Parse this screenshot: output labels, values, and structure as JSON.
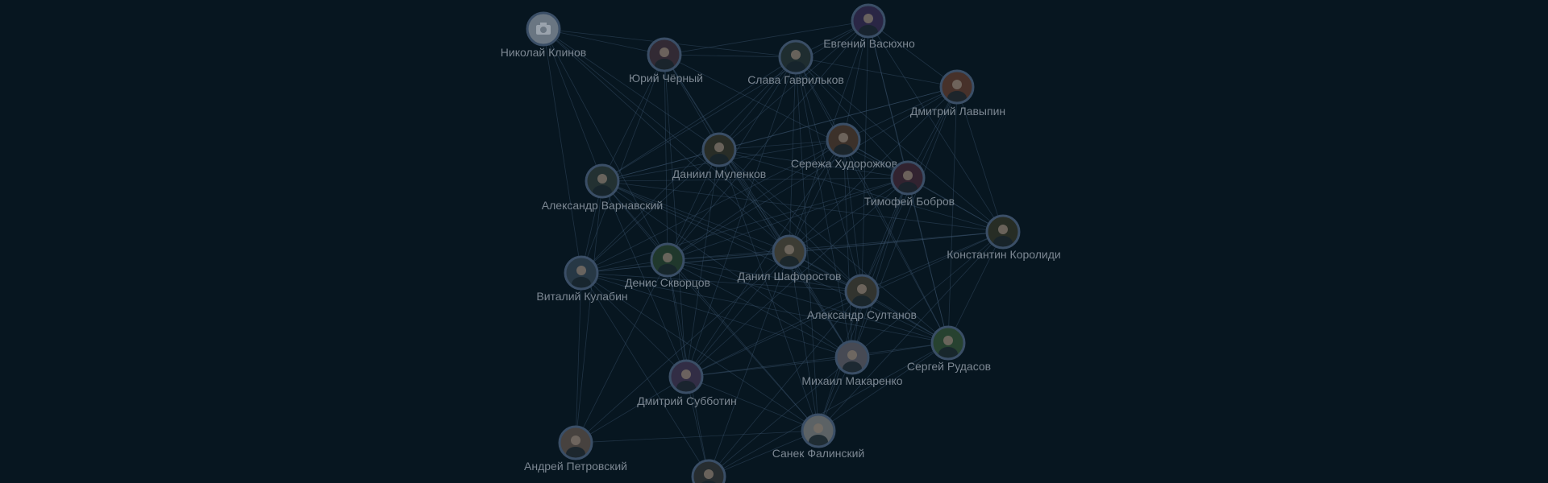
{
  "graph": {
    "background": "#071620",
    "edge_color": "#3f5670",
    "label_color": "#7c8792",
    "nodes": [
      {
        "id": "nikolay",
        "name": "Николай Клинов",
        "avatar": "camera-placeholder",
        "tone": "#6a7682"
      },
      {
        "id": "yuriy",
        "name": "Юрий Чёрный",
        "avatar": "person-photo",
        "tone": "#4a3540"
      },
      {
        "id": "slava",
        "name": "Слава Гаврильков",
        "avatar": "person-photo",
        "tone": "#2d3a3a"
      },
      {
        "id": "evgeniy",
        "name": "Евгений Васюхно",
        "avatar": "person-photo",
        "tone": "#3e2f5a"
      },
      {
        "id": "dmitriy-l",
        "name": "Дмитрий Лавыпин",
        "avatar": "person-photo",
        "tone": "#6a3f30"
      },
      {
        "id": "daniil-m",
        "name": "Даниил Муленков",
        "avatar": "person-photo",
        "tone": "#3c3a2c"
      },
      {
        "id": "serezha",
        "name": "Сережа Худорожков",
        "avatar": "person-photo",
        "tone": "#5a4030"
      },
      {
        "id": "timofey",
        "name": "Тимофей Бобров",
        "avatar": "person-photo",
        "tone": "#4a2a3a"
      },
      {
        "id": "alexandr-v",
        "name": "Александр Варнавский",
        "avatar": "person-photo",
        "tone": "#34403c"
      },
      {
        "id": "konstantin",
        "name": "Константин Королиди",
        "avatar": "person-photo",
        "tone": "#3a3a28"
      },
      {
        "id": "vitaliy",
        "name": "Виталий Кулабин",
        "avatar": "person-photo",
        "tone": "#3a4a5a"
      },
      {
        "id": "denis",
        "name": "Денис Скворцов",
        "avatar": "person-photo",
        "tone": "#2f4a34"
      },
      {
        "id": "danil-sh",
        "name": "Данил Шафоростов",
        "avatar": "person-photo",
        "tone": "#5a5040"
      },
      {
        "id": "alexandr-s",
        "name": "Александр Султанов",
        "avatar": "person-photo",
        "tone": "#4a4438"
      },
      {
        "id": "sergey-r",
        "name": "Сергей Рудасов",
        "avatar": "person-photo",
        "tone": "#3a5a3a"
      },
      {
        "id": "mikhail",
        "name": "Михаил Макаренко",
        "avatar": "person-photo",
        "tone": "#6a6670"
      },
      {
        "id": "dmitriy-s",
        "name": "Дмитрий Субботин",
        "avatar": "person-photo",
        "tone": "#4a3a5a"
      },
      {
        "id": "andrey",
        "name": "Андрей Петровский",
        "avatar": "person-photo",
        "tone": "#6a5a50"
      },
      {
        "id": "sanek",
        "name": "Санек Фалинский",
        "avatar": "person-photo",
        "tone": "#8a8a8a"
      },
      {
        "id": "partial-bottom",
        "name": "",
        "avatar": "person-photo",
        "tone": "#3a3a3a"
      }
    ],
    "edges": [
      [
        "nikolay",
        "yuriy"
      ],
      [
        "nikolay",
        "slava"
      ],
      [
        "nikolay",
        "alexandr-v"
      ],
      [
        "nikolay",
        "vitaliy"
      ],
      [
        "nikolay",
        "daniil-m"
      ],
      [
        "nikolay",
        "denis"
      ],
      [
        "nikolay",
        "danil-sh"
      ],
      [
        "nikolay",
        "alexandr-s"
      ],
      [
        "yuriy",
        "slava"
      ],
      [
        "yuriy",
        "evgeniy"
      ],
      [
        "yuriy",
        "daniil-m"
      ],
      [
        "yuriy",
        "alexandr-v"
      ],
      [
        "yuriy",
        "vitaliy"
      ],
      [
        "yuriy",
        "denis"
      ],
      [
        "yuriy",
        "danil-sh"
      ],
      [
        "yuriy",
        "mikhail"
      ],
      [
        "yuriy",
        "dmitriy-s"
      ],
      [
        "yuriy",
        "timofey"
      ],
      [
        "slava",
        "evgeniy"
      ],
      [
        "slava",
        "dmitriy-l"
      ],
      [
        "slava",
        "daniil-m"
      ],
      [
        "slava",
        "serezha"
      ],
      [
        "slava",
        "timofey"
      ],
      [
        "slava",
        "alexandr-v"
      ],
      [
        "slava",
        "vitaliy"
      ],
      [
        "slava",
        "denis"
      ],
      [
        "slava",
        "danil-sh"
      ],
      [
        "slava",
        "konstantin"
      ],
      [
        "slava",
        "alexandr-s"
      ],
      [
        "slava",
        "sergey-r"
      ],
      [
        "slava",
        "mikhail"
      ],
      [
        "slava",
        "dmitriy-s"
      ],
      [
        "slava",
        "sanek"
      ],
      [
        "evgeniy",
        "dmitriy-l"
      ],
      [
        "evgeniy",
        "serezha"
      ],
      [
        "evgeniy",
        "timofey"
      ],
      [
        "evgeniy",
        "konstantin"
      ],
      [
        "evgeniy",
        "daniil-m"
      ],
      [
        "evgeniy",
        "alexandr-v"
      ],
      [
        "evgeniy",
        "denis"
      ],
      [
        "evgeniy",
        "danil-sh"
      ],
      [
        "evgeniy",
        "alexandr-s"
      ],
      [
        "evgeniy",
        "sergey-r"
      ],
      [
        "dmitriy-l",
        "serezha"
      ],
      [
        "dmitriy-l",
        "timofey"
      ],
      [
        "dmitriy-l",
        "konstantin"
      ],
      [
        "dmitriy-l",
        "daniil-m"
      ],
      [
        "dmitriy-l",
        "alexandr-v"
      ],
      [
        "dmitriy-l",
        "denis"
      ],
      [
        "dmitriy-l",
        "danil-sh"
      ],
      [
        "dmitriy-l",
        "alexandr-s"
      ],
      [
        "dmitriy-l",
        "sergey-r"
      ],
      [
        "dmitriy-l",
        "mikhail"
      ],
      [
        "daniil-m",
        "serezha"
      ],
      [
        "daniil-m",
        "timofey"
      ],
      [
        "daniil-m",
        "alexandr-v"
      ],
      [
        "daniil-m",
        "vitaliy"
      ],
      [
        "daniil-m",
        "denis"
      ],
      [
        "daniil-m",
        "danil-sh"
      ],
      [
        "daniil-m",
        "alexandr-s"
      ],
      [
        "daniil-m",
        "mikhail"
      ],
      [
        "daniil-m",
        "dmitriy-s"
      ],
      [
        "daniil-m",
        "sanek"
      ],
      [
        "daniil-m",
        "konstantin"
      ],
      [
        "daniil-m",
        "sergey-r"
      ],
      [
        "serezha",
        "timofey"
      ],
      [
        "serezha",
        "konstantin"
      ],
      [
        "serezha",
        "alexandr-v"
      ],
      [
        "serezha",
        "vitaliy"
      ],
      [
        "serezha",
        "denis"
      ],
      [
        "serezha",
        "danil-sh"
      ],
      [
        "serezha",
        "alexandr-s"
      ],
      [
        "serezha",
        "sergey-r"
      ],
      [
        "serezha",
        "mikhail"
      ],
      [
        "serezha",
        "dmitriy-s"
      ],
      [
        "timofey",
        "konstantin"
      ],
      [
        "timofey",
        "alexandr-v"
      ],
      [
        "timofey",
        "vitaliy"
      ],
      [
        "timofey",
        "denis"
      ],
      [
        "timofey",
        "danil-sh"
      ],
      [
        "timofey",
        "alexandr-s"
      ],
      [
        "timofey",
        "sergey-r"
      ],
      [
        "timofey",
        "mikhail"
      ],
      [
        "timofey",
        "dmitriy-s"
      ],
      [
        "timofey",
        "sanek"
      ],
      [
        "alexandr-v",
        "vitaliy"
      ],
      [
        "alexandr-v",
        "denis"
      ],
      [
        "alexandr-v",
        "danil-sh"
      ],
      [
        "alexandr-v",
        "alexandr-s"
      ],
      [
        "alexandr-v",
        "konstantin"
      ],
      [
        "alexandr-v",
        "mikhail"
      ],
      [
        "alexandr-v",
        "dmitriy-s"
      ],
      [
        "alexandr-v",
        "andrey"
      ],
      [
        "alexandr-v",
        "sanek"
      ],
      [
        "alexandr-v",
        "sergey-r"
      ],
      [
        "konstantin",
        "denis"
      ],
      [
        "konstantin",
        "danil-sh"
      ],
      [
        "konstantin",
        "alexandr-s"
      ],
      [
        "konstantin",
        "sergey-r"
      ],
      [
        "konstantin",
        "mikhail"
      ],
      [
        "konstantin",
        "vitaliy"
      ],
      [
        "konstantin",
        "dmitriy-s"
      ],
      [
        "konstantin",
        "sanek"
      ],
      [
        "vitaliy",
        "denis"
      ],
      [
        "vitaliy",
        "danil-sh"
      ],
      [
        "vitaliy",
        "alexandr-s"
      ],
      [
        "vitaliy",
        "mikhail"
      ],
      [
        "vitaliy",
        "dmitriy-s"
      ],
      [
        "vitaliy",
        "andrey"
      ],
      [
        "vitaliy",
        "sanek"
      ],
      [
        "vitaliy",
        "sergey-r"
      ],
      [
        "vitaliy",
        "partial-bottom"
      ],
      [
        "denis",
        "danil-sh"
      ],
      [
        "denis",
        "alexandr-s"
      ],
      [
        "denis",
        "sergey-r"
      ],
      [
        "denis",
        "mikhail"
      ],
      [
        "denis",
        "dmitriy-s"
      ],
      [
        "denis",
        "andrey"
      ],
      [
        "denis",
        "sanek"
      ],
      [
        "denis",
        "partial-bottom"
      ],
      [
        "danil-sh",
        "alexandr-s"
      ],
      [
        "danil-sh",
        "sergey-r"
      ],
      [
        "danil-sh",
        "mikhail"
      ],
      [
        "danil-sh",
        "dmitriy-s"
      ],
      [
        "danil-sh",
        "sanek"
      ],
      [
        "danil-sh",
        "andrey"
      ],
      [
        "danil-sh",
        "partial-bottom"
      ],
      [
        "alexandr-s",
        "sergey-r"
      ],
      [
        "alexandr-s",
        "mikhail"
      ],
      [
        "alexandr-s",
        "dmitriy-s"
      ],
      [
        "alexandr-s",
        "sanek"
      ],
      [
        "alexandr-s",
        "partial-bottom"
      ],
      [
        "sergey-r",
        "mikhail"
      ],
      [
        "sergey-r",
        "dmitriy-s"
      ],
      [
        "sergey-r",
        "sanek"
      ],
      [
        "sergey-r",
        "partial-bottom"
      ],
      [
        "mikhail",
        "dmitriy-s"
      ],
      [
        "mikhail",
        "sanek"
      ],
      [
        "mikhail",
        "partial-bottom"
      ],
      [
        "dmitriy-s",
        "andrey"
      ],
      [
        "dmitriy-s",
        "sanek"
      ],
      [
        "dmitriy-s",
        "partial-bottom"
      ],
      [
        "andrey",
        "sanek"
      ],
      [
        "sanek",
        "partial-bottom"
      ]
    ]
  }
}
